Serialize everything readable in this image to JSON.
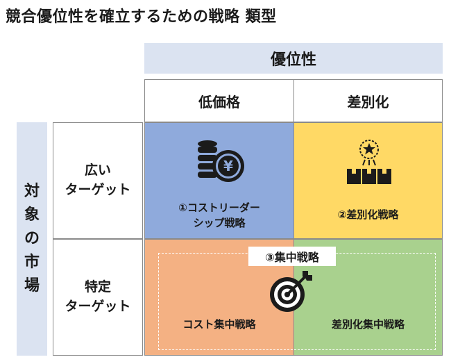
{
  "title": "競合優位性を確立するための戦略 類型",
  "top_axis": {
    "label": "優位性"
  },
  "columns": [
    {
      "label": "低価格"
    },
    {
      "label": "差別化"
    }
  ],
  "left_axis": {
    "chars": [
      "対",
      "象",
      "の",
      "市",
      "場"
    ]
  },
  "rows": [
    {
      "line1": "広い",
      "line2": "ターゲット"
    },
    {
      "line1": "特定",
      "line2": "ターゲット"
    }
  ],
  "cells": {
    "cost_leadership": {
      "line1": "①コストリーダー",
      "line2": "シップ戦略",
      "color": "#8faadc",
      "icon": "coin-stack-yen-icon"
    },
    "differentiation": {
      "label": "②差別化戦略",
      "color": "#ffd965",
      "icon": "star-award-boxes-icon"
    },
    "cost_focus": {
      "label": "コスト集中戦略",
      "color": "#f4b183"
    },
    "differentiation_focus": {
      "label": "差別化集中戦略",
      "color": "#a9d18e"
    }
  },
  "focus": {
    "label": "③集中戦略",
    "icon": "target-arrow-icon"
  }
}
